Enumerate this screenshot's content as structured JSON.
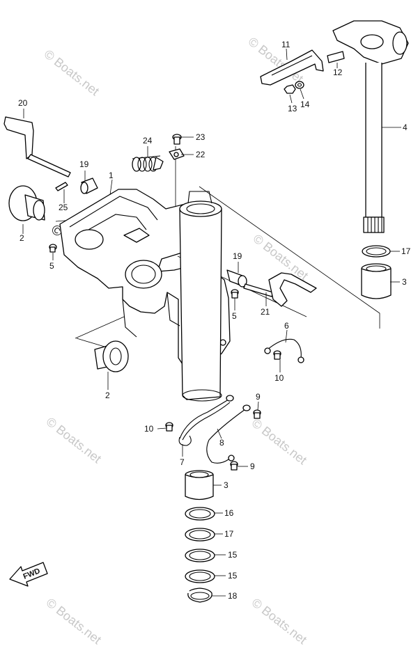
{
  "callouts": [
    {
      "num": "1"
    },
    {
      "num": "2"
    },
    {
      "num": "2"
    },
    {
      "num": "3"
    },
    {
      "num": "3"
    },
    {
      "num": "4"
    },
    {
      "num": "5"
    },
    {
      "num": "5"
    },
    {
      "num": "6"
    },
    {
      "num": "7"
    },
    {
      "num": "8"
    },
    {
      "num": "9"
    },
    {
      "num": "9"
    },
    {
      "num": "10"
    },
    {
      "num": "10"
    },
    {
      "num": "11"
    },
    {
      "num": "12"
    },
    {
      "num": "13"
    },
    {
      "num": "14"
    },
    {
      "num": "15"
    },
    {
      "num": "15"
    },
    {
      "num": "16"
    },
    {
      "num": "17"
    },
    {
      "num": "17"
    },
    {
      "num": "18"
    },
    {
      "num": "19"
    },
    {
      "num": "19"
    },
    {
      "num": "20"
    },
    {
      "num": "21"
    },
    {
      "num": "22"
    },
    {
      "num": "23"
    },
    {
      "num": "24"
    },
    {
      "num": "25"
    }
  ],
  "watermark": "© Boats.net",
  "direction_badge": "FWD"
}
